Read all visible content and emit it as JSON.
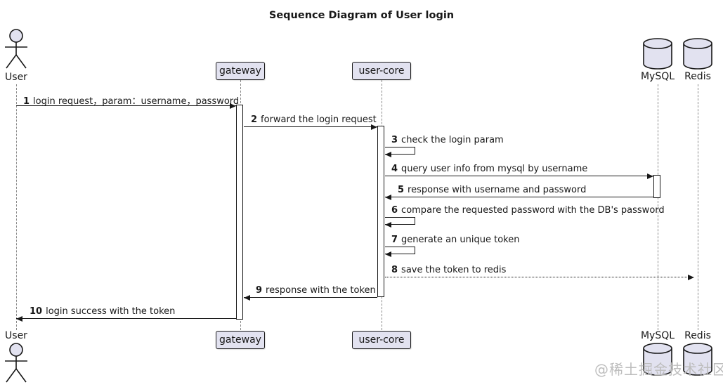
{
  "title": "Sequence Diagram of User login",
  "watermark": "@稀土掘金技术社区",
  "participants": {
    "user": {
      "label": "User",
      "type": "actor"
    },
    "gateway": {
      "label": "gateway",
      "type": "box"
    },
    "usercore": {
      "label": "user-core",
      "type": "box"
    },
    "mysql": {
      "label": "MySQL",
      "type": "database"
    },
    "redis": {
      "label": "Redis",
      "type": "database"
    }
  },
  "messages": [
    {
      "num": "1",
      "text": "login request，param：username，password",
      "from": "User",
      "to": "gateway",
      "line": "solid"
    },
    {
      "num": "2",
      "text": "forward the login request",
      "from": "gateway",
      "to": "user-core",
      "line": "solid"
    },
    {
      "num": "3",
      "text": "check the login param",
      "from": "user-core",
      "to": "user-core",
      "line": "self"
    },
    {
      "num": "4",
      "text": "query user info from mysql by username",
      "from": "user-core",
      "to": "MySQL",
      "line": "solid"
    },
    {
      "num": "5",
      "text": "response with username and password",
      "from": "MySQL",
      "to": "user-core",
      "line": "solid"
    },
    {
      "num": "6",
      "text": "compare the requested password with the DB's password",
      "from": "user-core",
      "to": "user-core",
      "line": "self"
    },
    {
      "num": "7",
      "text": "generate an unique token",
      "from": "user-core",
      "to": "user-core",
      "line": "self"
    },
    {
      "num": "8",
      "text": "save the token to redis",
      "from": "user-core",
      "to": "Redis",
      "line": "dotted"
    },
    {
      "num": "9",
      "text": "response with the token",
      "from": "user-core",
      "to": "gateway",
      "line": "solid"
    },
    {
      "num": "10",
      "text": "login success with the token",
      "from": "gateway",
      "to": "User",
      "line": "solid"
    }
  ],
  "colors": {
    "participant_fill": "#E2E2F0",
    "border": "#181818",
    "lifeline": "#8a8a8a",
    "watermark": "#bdbdbd"
  }
}
